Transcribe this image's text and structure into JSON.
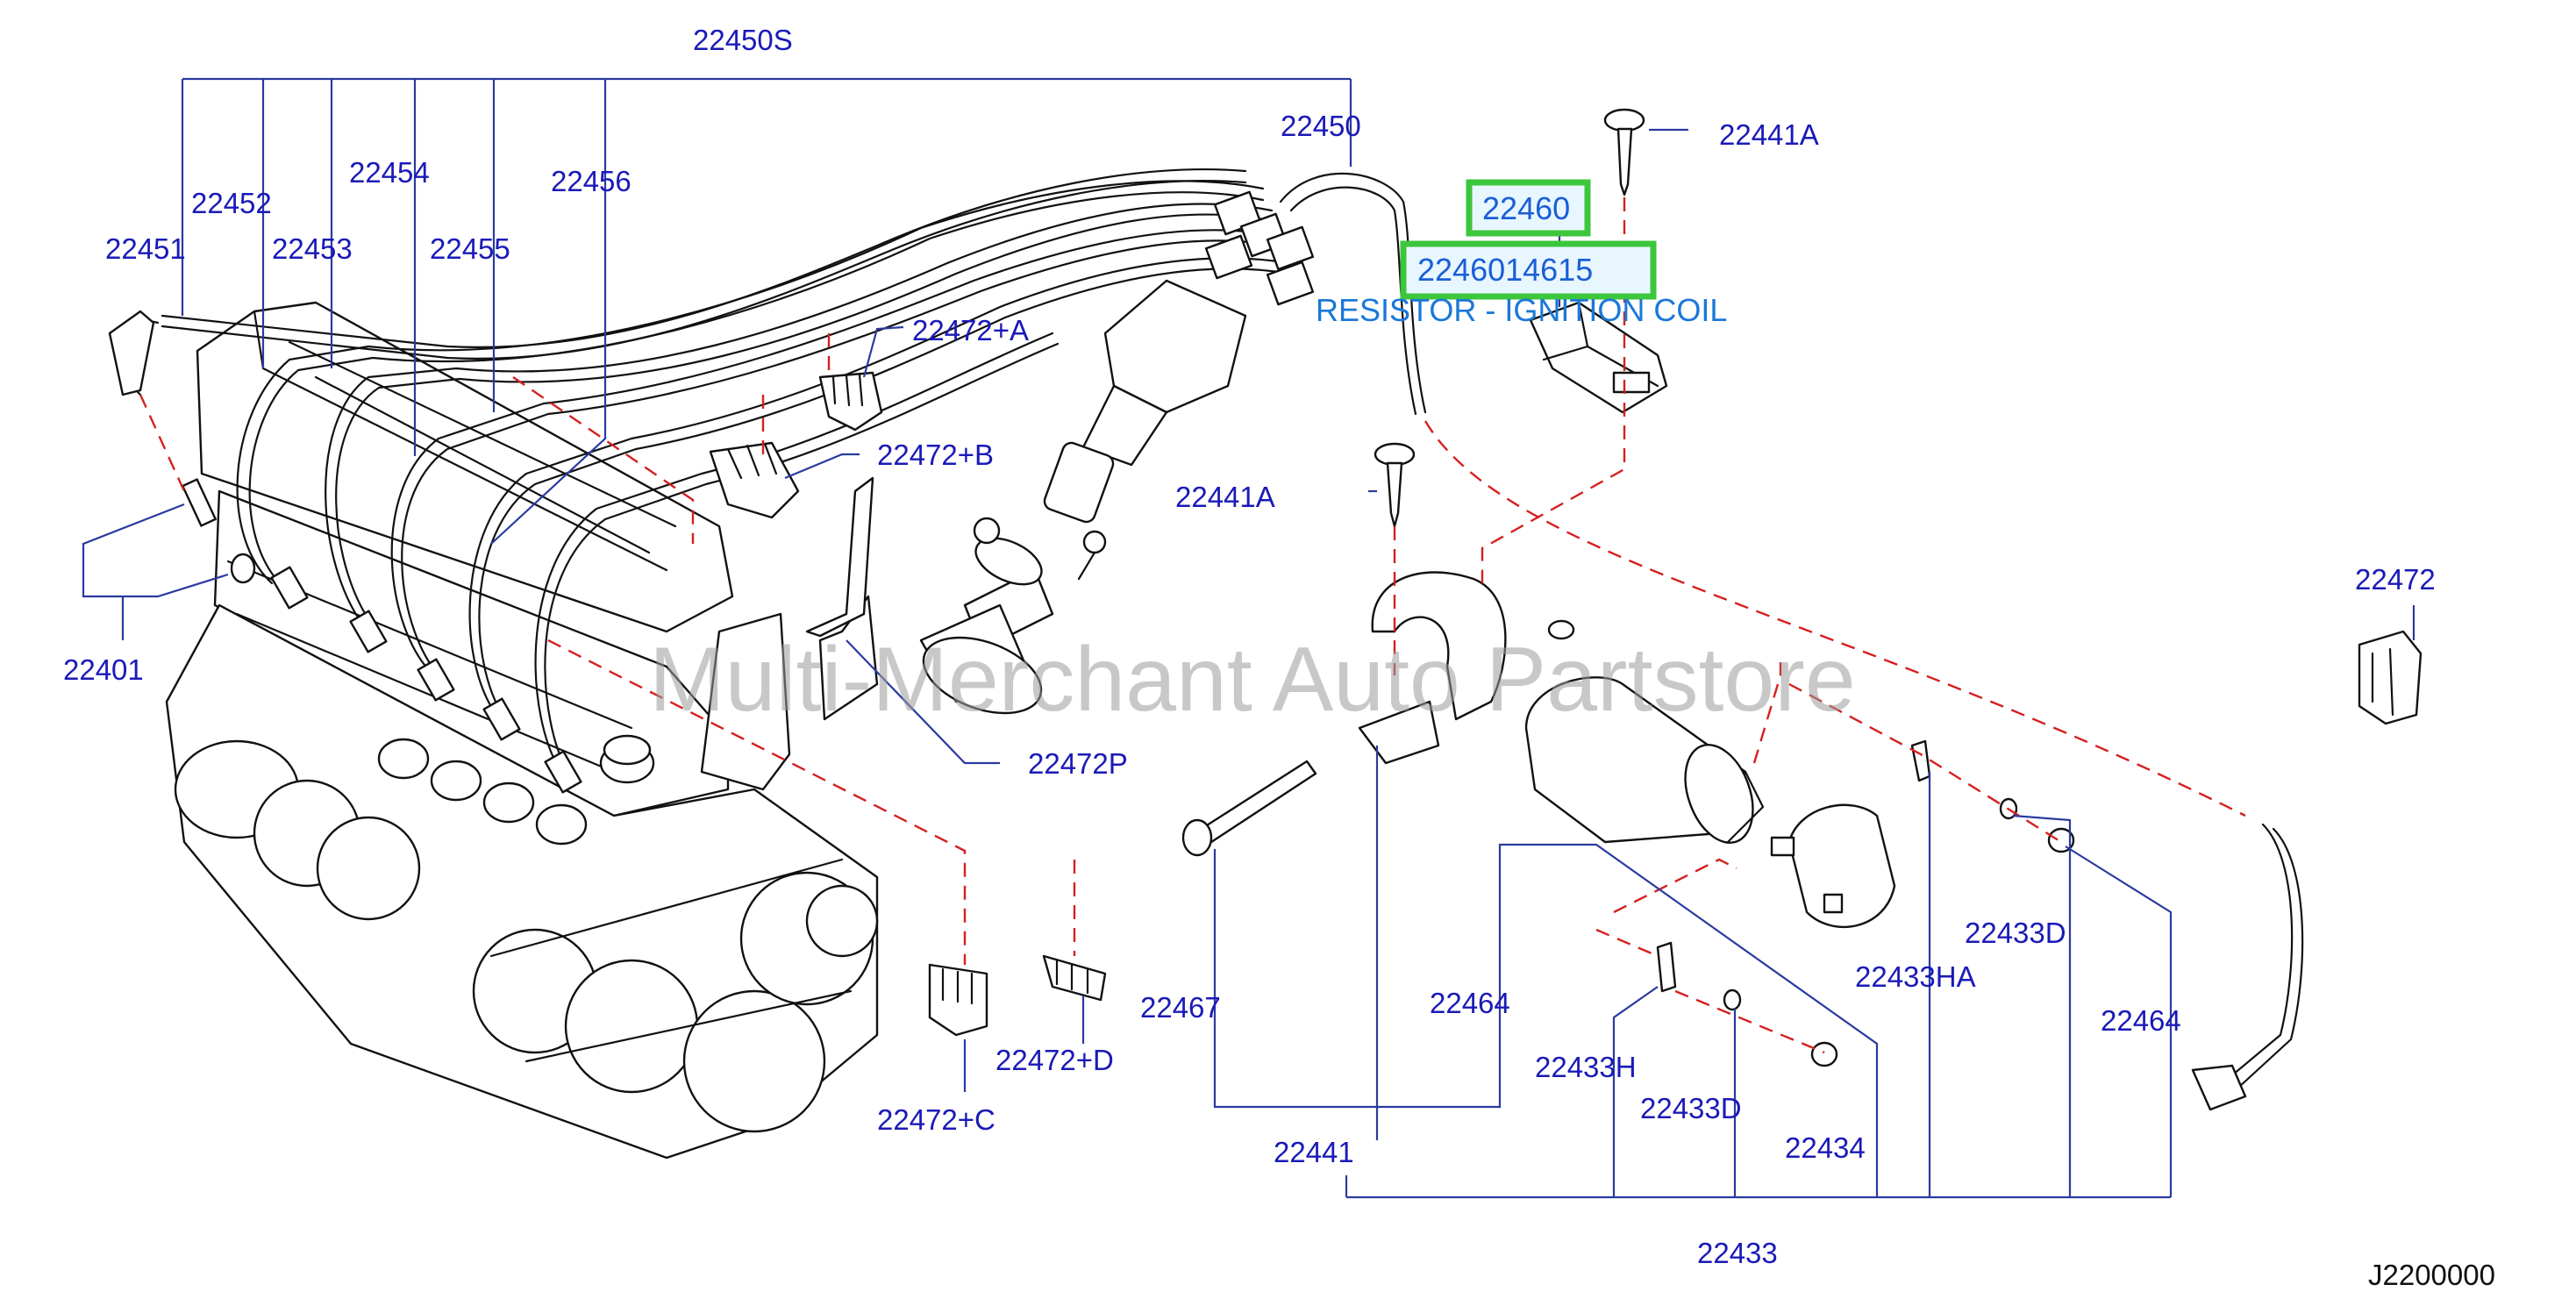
{
  "diagram": {
    "labels": {
      "l22450S": "22450S",
      "l22450": "22450",
      "l22441A_top": "22441A",
      "l22460": "22460",
      "l2246014615": "2246014615",
      "caption": "RESISTOR - IGNITION COIL",
      "l22452": "22452",
      "l22454": "22454",
      "l22456": "22456",
      "l22451": "22451",
      "l22453": "22453",
      "l22455": "22455",
      "l22472A": "22472+A",
      "l22472B": "22472+B",
      "l22441A_mid": "22441A",
      "l22472": "22472",
      "l22401": "22401",
      "l22472P": "22472P",
      "l22467": "22467",
      "l22464_mid": "22464",
      "l22433D_right": "22433D",
      "l22433HA": "22433HA",
      "l22464_right": "22464",
      "l22433H": "22433H",
      "l22472D": "22472+D",
      "l22433D_low": "22433D",
      "l22472C": "22472+C",
      "l22441": "22441",
      "l22434": "22434",
      "l22433": "22433",
      "ref": "J2200000"
    },
    "watermark": "Multi-Merchant Auto Partstore",
    "colors": {
      "label": "#1a1ab8",
      "highlight_border": "#3cc63c",
      "highlight_text": "#1a5fd6",
      "caption": "#1a78d8",
      "dashed_line": "#d42020",
      "leader": "#2a3aa0"
    }
  }
}
